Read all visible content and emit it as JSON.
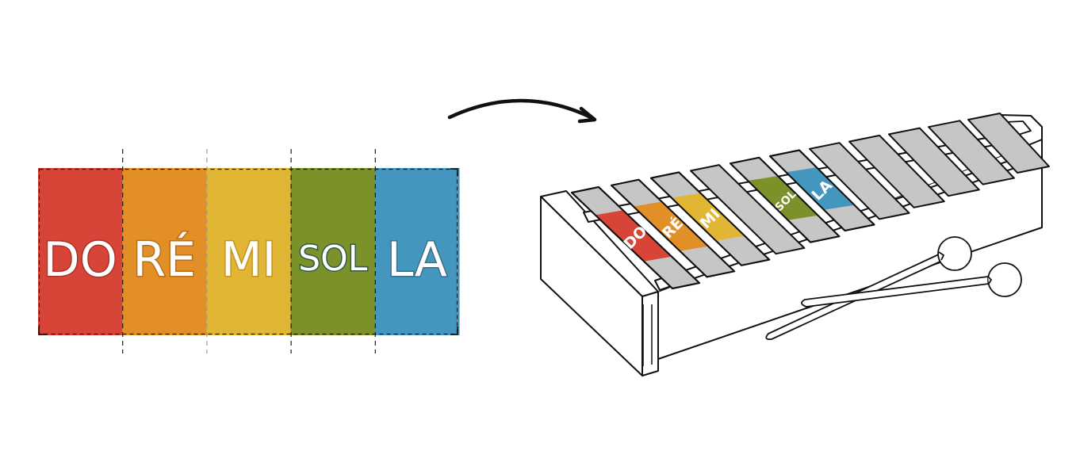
{
  "strip": {
    "notes": [
      {
        "label": "DO",
        "color": "#d64537",
        "outline": "#a8322a"
      },
      {
        "label": "RÉ",
        "color": "#e38f27",
        "outline": "#b86e1a"
      },
      {
        "label": "MI",
        "color": "#e1b635",
        "outline": "#c4941f"
      },
      {
        "label": "SOL",
        "color": "#7d912b",
        "outline": "#2f5a47"
      },
      {
        "label": "LA",
        "color": "#4596bf",
        "outline": "#3a6f8a"
      }
    ],
    "cut_line_style": "dashed"
  },
  "arrow": {
    "direction": "left-to-right",
    "icon": "curved-arrow-icon"
  },
  "xylophone": {
    "bar_count": 11,
    "bar_color": "#c6c6c6",
    "bars": [
      {
        "label": "DO",
        "color": "#d64537"
      },
      {
        "label": "RÉ",
        "color": "#e38f27"
      },
      {
        "label": "MI",
        "color": "#e1b635"
      },
      {
        "label": "",
        "color": ""
      },
      {
        "label": "SOL",
        "color": "#7d912b"
      },
      {
        "label": "LA",
        "color": "#4596bf"
      },
      {
        "label": "",
        "color": ""
      },
      {
        "label": "",
        "color": ""
      },
      {
        "label": "",
        "color": ""
      },
      {
        "label": "",
        "color": ""
      },
      {
        "label": "",
        "color": ""
      }
    ],
    "mallets": 2
  }
}
